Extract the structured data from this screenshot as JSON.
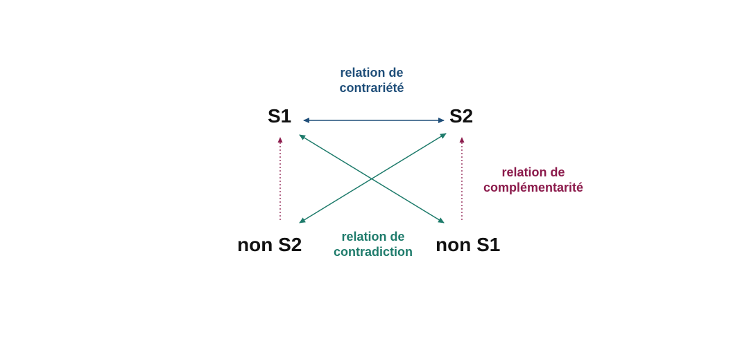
{
  "terms": {
    "s1": "S1",
    "s2": "S2",
    "non_s2": "non S2",
    "non_s1": "non S1"
  },
  "relations": {
    "contrariety": {
      "line1": "relation de",
      "line2": "contrariété",
      "color": "#1f4e79"
    },
    "contradiction": {
      "line1": "relation de",
      "line2": "contradiction",
      "color": "#1e7b6b"
    },
    "complementarity": {
      "line1": "relation de",
      "line2": "complémentarité",
      "color": "#8b1a4b"
    }
  },
  "colors": {
    "term": "#111111",
    "contrariety_arrow": "#1f4e79",
    "contradiction_arrow": "#1e7b6b",
    "complementarity_arrow": "#8b1a4b"
  }
}
